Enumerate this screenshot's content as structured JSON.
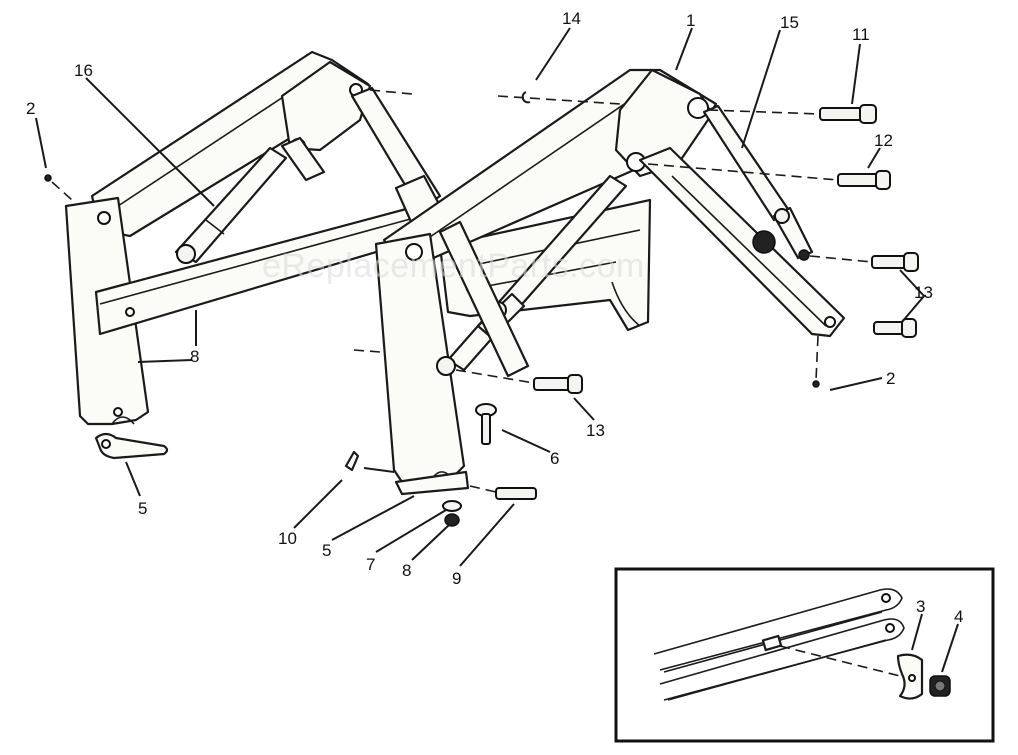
{
  "watermark": "eReplacementParts.com",
  "callouts": {
    "c1": "1",
    "c2a": "2",
    "c2b": "2",
    "c3": "3",
    "c4": "4",
    "c5a": "5",
    "c5b": "5",
    "c6": "6",
    "c7": "7",
    "c8a": "8",
    "c8b": "8",
    "c9": "9",
    "c10": "10",
    "c11": "11",
    "c12": "12",
    "c13a": "13",
    "c13b": "13",
    "c14": "14",
    "c15": "15",
    "c16": "16"
  }
}
